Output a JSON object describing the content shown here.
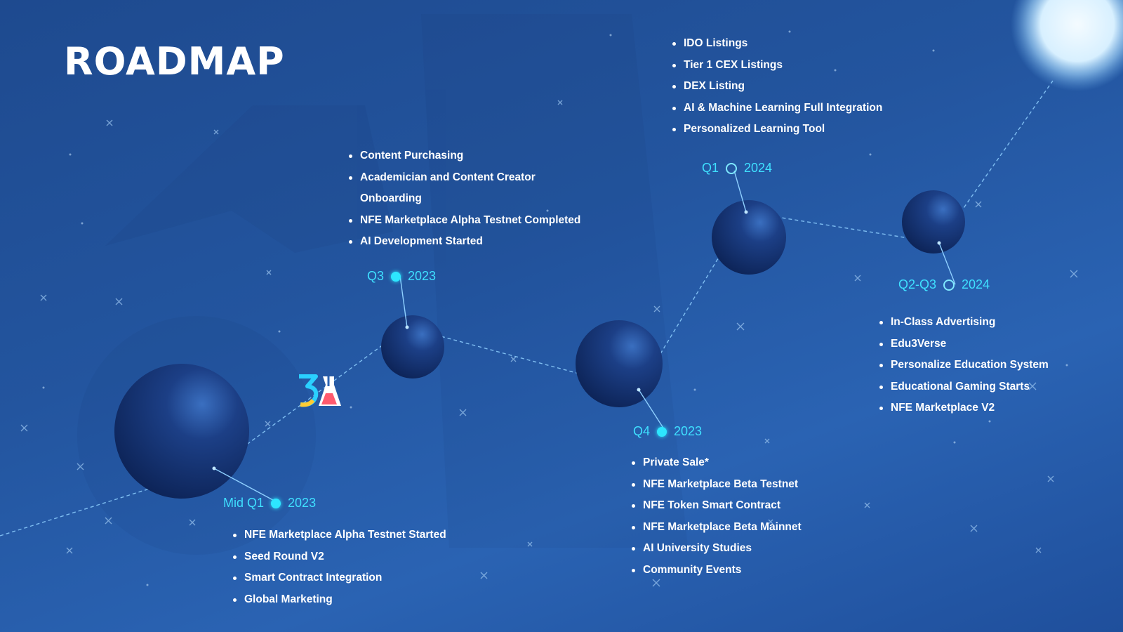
{
  "title": "ROADMAP",
  "milestones": [
    {
      "period": "Mid Q1",
      "year": "2023",
      "status": "completed",
      "items": [
        "NFE Marketplace Alpha Testnet Started",
        "Seed Round V2",
        "Smart Contract Integration",
        "Global Marketing"
      ]
    },
    {
      "period": "Q3",
      "year": "2023",
      "status": "completed",
      "items": [
        "Content Purchasing",
        "Academician and Content Creator Onboarding",
        "NFE Marketplace Alpha Testnet Completed",
        "AI Development Started"
      ]
    },
    {
      "period": "Q4",
      "year": "2023",
      "status": "completed",
      "items": [
        "Private Sale*",
        "NFE Marketplace Beta Testnet",
        "NFE Token Smart Contract",
        "NFE Marketplace Beta Mainnet",
        "AI University Studies",
        "Community Events"
      ]
    },
    {
      "period": "Q1",
      "year": "2024",
      "status": "upcoming",
      "items": [
        "IDO Listings",
        "Tier 1 CEX Listings",
        "DEX Listing",
        "AI & Machine Learning Full Integration",
        "Personalized Learning Tool"
      ]
    },
    {
      "period": "Q2-Q3",
      "year": "2024",
      "status": "upcoming",
      "items": [
        "In-Class Advertising",
        "Edu3Verse",
        "Personalize Education System",
        "Educational Gaming Starts",
        "NFE Marketplace V2"
      ]
    }
  ],
  "colors": {
    "accent": "#2de6ff",
    "background": "#23559f",
    "sphere": "#12306b",
    "path": "#8fd0ff"
  }
}
